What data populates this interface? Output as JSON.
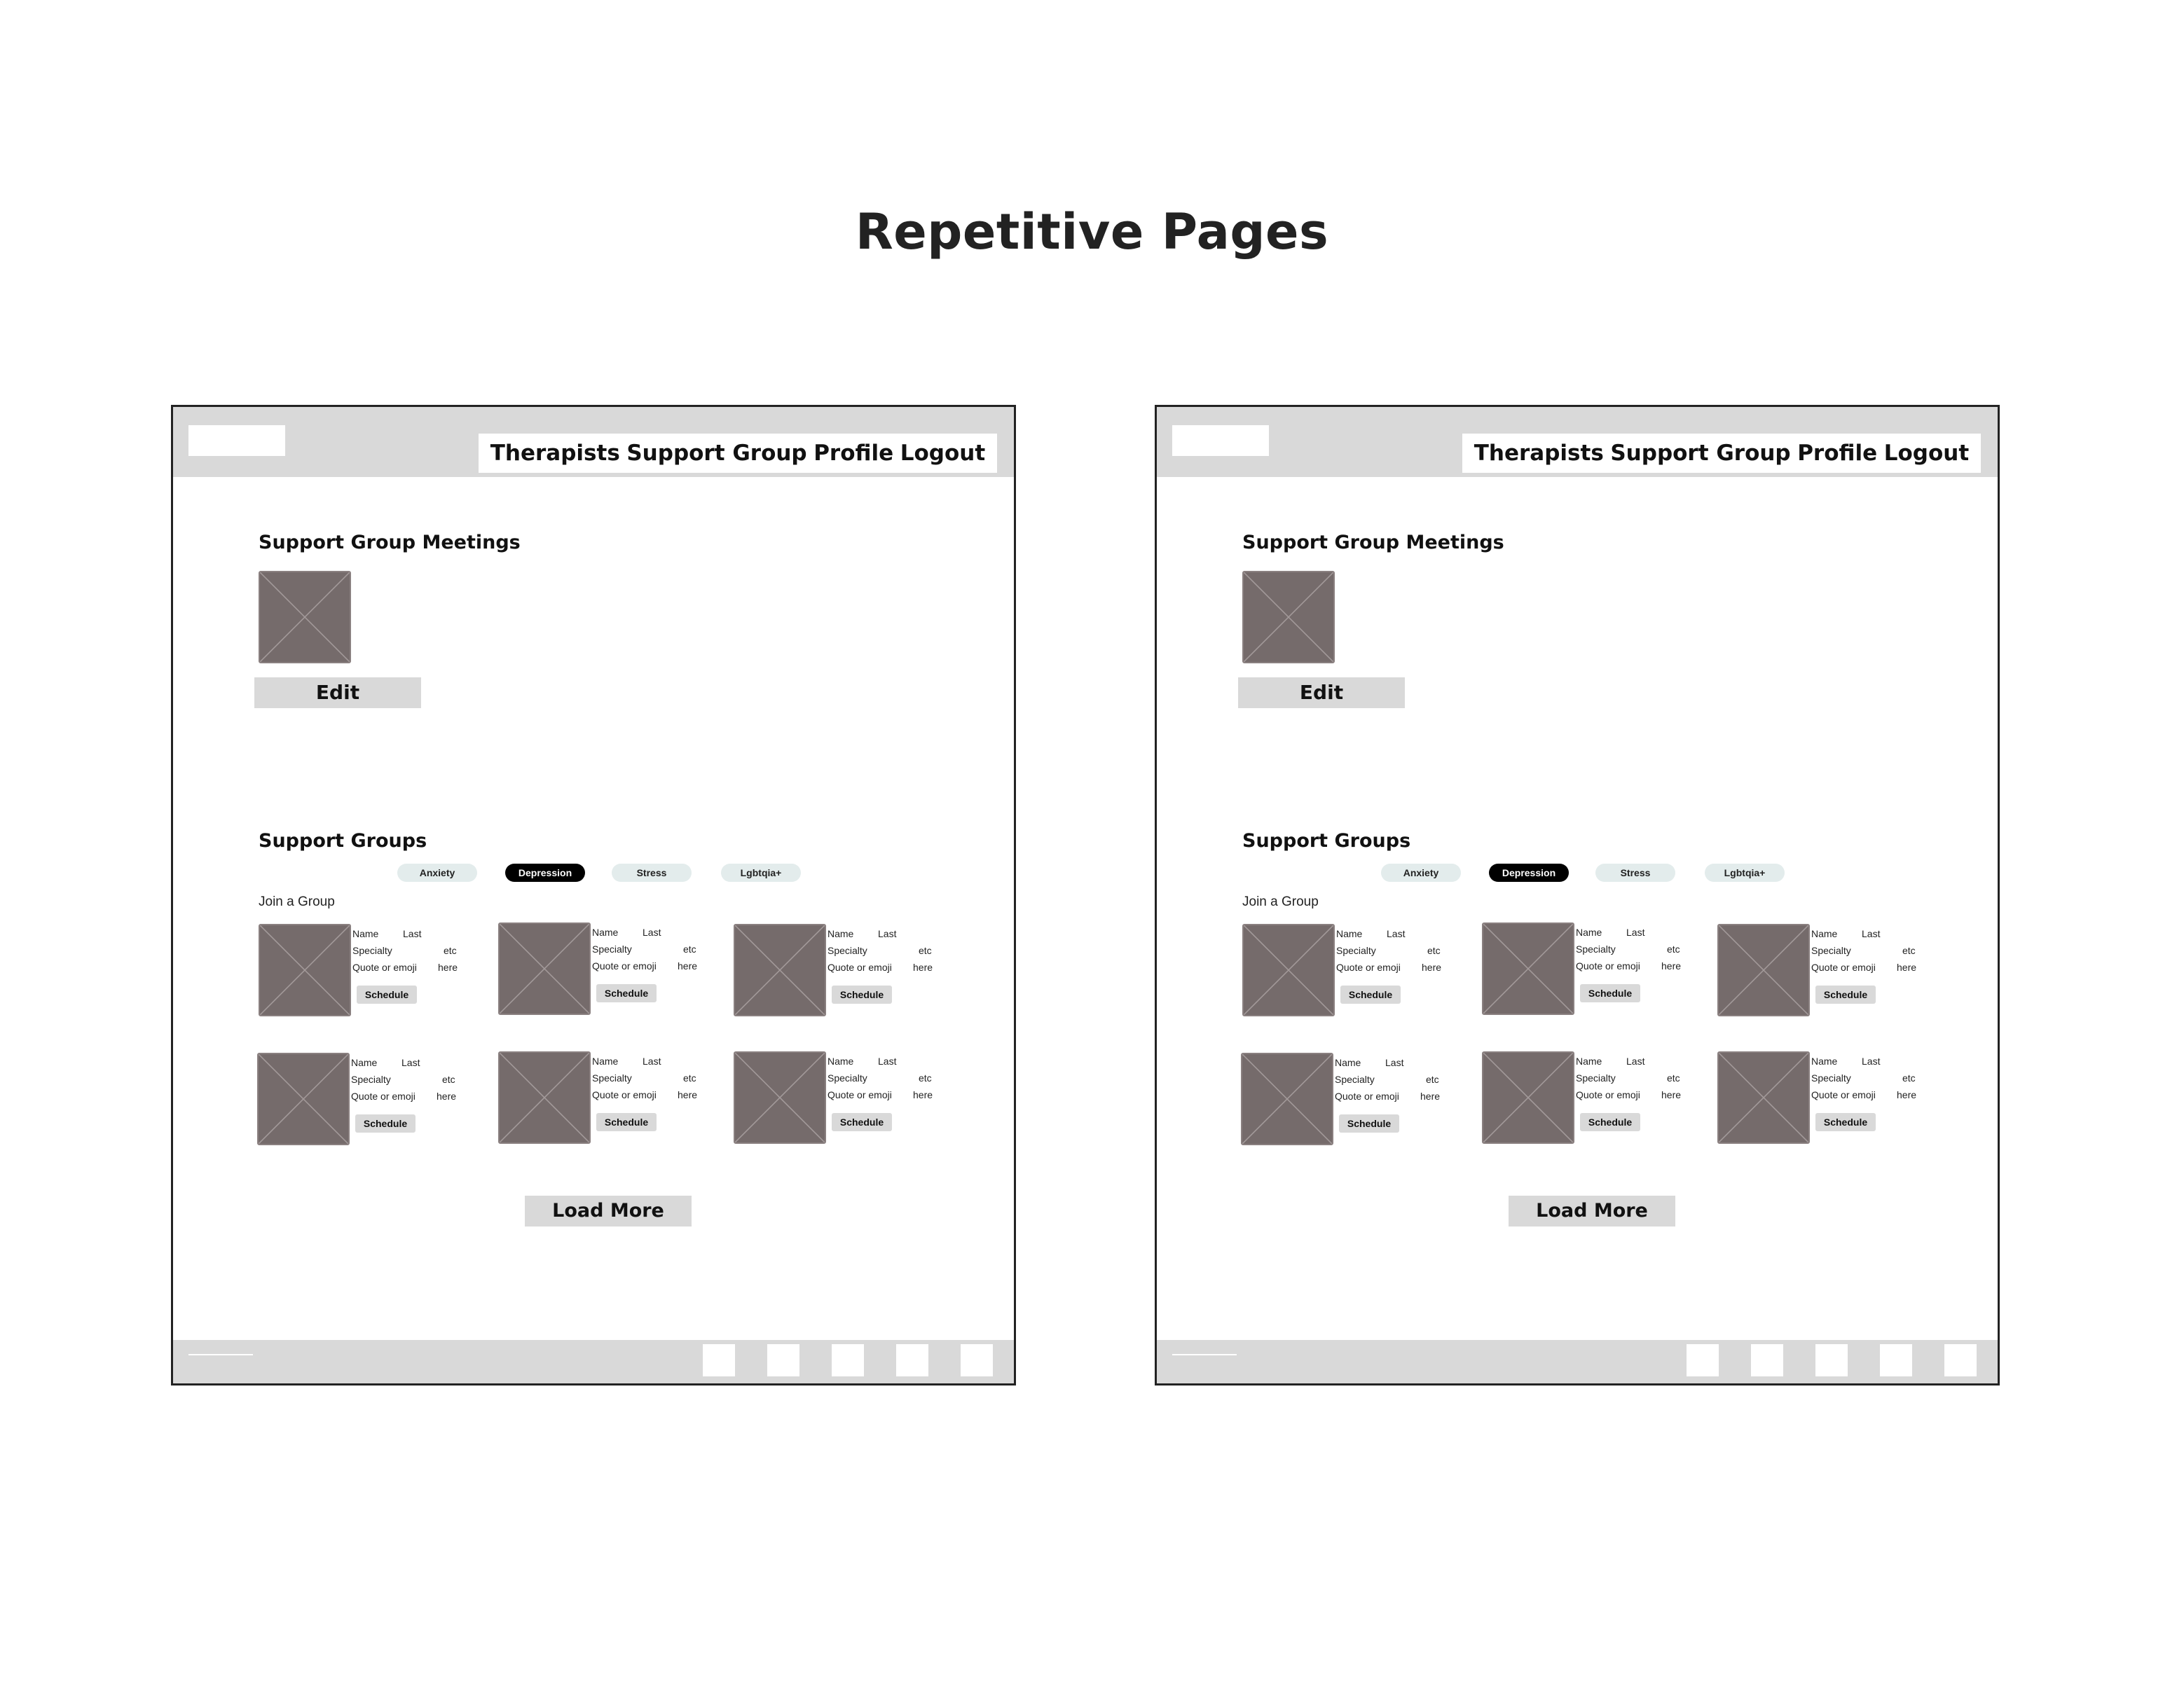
{
  "page_title": "Repetitive Pages",
  "frames": [
    {
      "nav": [
        "Therapists",
        "Support Group",
        "Profile",
        "Logout"
      ],
      "meetings_title": "Support Group Meetings",
      "edit_label": "Edit",
      "groups_title": "Support Groups",
      "chips": [
        {
          "label": "Anxiety",
          "active": false
        },
        {
          "label": "Depression",
          "active": true
        },
        {
          "label": "Stress",
          "active": false
        },
        {
          "label": "Lgbtqia+",
          "active": false
        }
      ],
      "join_label": "Join a Group",
      "card": {
        "name": "Name",
        "last": "Last",
        "specialty": "Specialty",
        "etc": "etc",
        "quote": "Quote or emoji",
        "here": "here",
        "schedule": "Schedule"
      },
      "load_more": "Load More"
    },
    {
      "nav": [
        "Therapists",
        "Support Group",
        "Profile",
        "Logout"
      ],
      "meetings_title": "Support Group Meetings",
      "edit_label": "Edit",
      "groups_title": "Support Groups",
      "chips": [
        {
          "label": "Anxiety",
          "active": false
        },
        {
          "label": "Depression",
          "active": true
        },
        {
          "label": "Stress",
          "active": false
        },
        {
          "label": "Lgbtqia+",
          "active": false
        }
      ],
      "join_label": "Join a Group",
      "card": {
        "name": "Name",
        "last": "Last",
        "specialty": "Specialty",
        "etc": "etc",
        "quote": "Quote or emoji",
        "here": "here",
        "schedule": "Schedule"
      },
      "load_more": "Load More"
    }
  ]
}
